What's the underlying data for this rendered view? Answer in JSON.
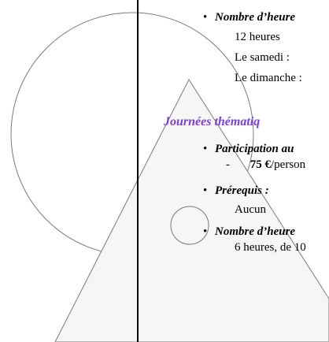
{
  "section1": {
    "bullet_label": "Nombre d’heure",
    "hours": "12 heures",
    "saturday": "Le samedi :",
    "sunday": "Le dimanche :"
  },
  "section2": {
    "heading": "Journées thématiq",
    "participation_label": "Participation au",
    "price_amount": "75 €",
    "price_rest": "/person",
    "prerequis_label": "Prérequis :",
    "prerequis_value": "Aucun",
    "hours_label": "Nombre d’heure",
    "hours_value": "6 heures, de 10"
  },
  "colors": {
    "heading": "#7a3fd6",
    "line": "#7a7a7a",
    "shape_fill": "#f6f6f6"
  }
}
